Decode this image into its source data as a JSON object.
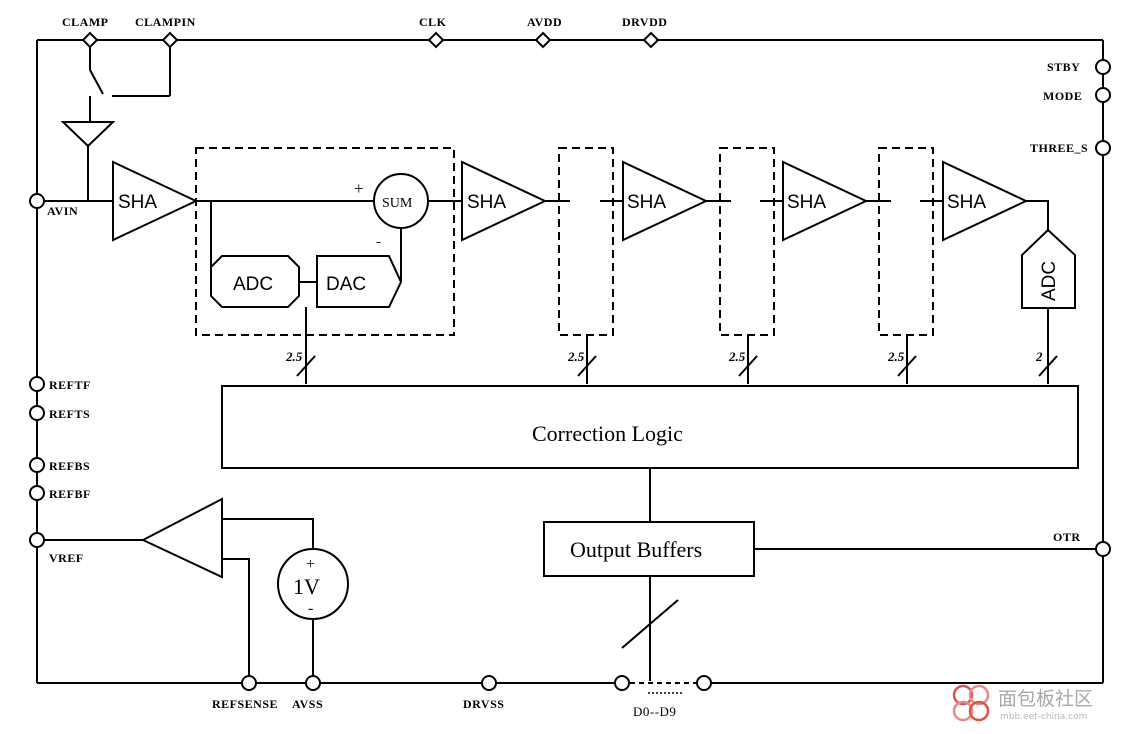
{
  "top_pins": [
    "CLAMP",
    "CLAMPIN",
    "CLK",
    "AVDD",
    "DRVDD"
  ],
  "right_pins": [
    "STBY",
    "MODE",
    "THREE_S",
    "OTR"
  ],
  "left_pins": [
    "AVIN",
    "REFTF",
    "REFTS",
    "REFBS",
    "REFBF",
    "VREF"
  ],
  "bottom_pins": [
    "REFSENSE",
    "AVSS",
    "DRVSS",
    "D0--D9"
  ],
  "blocks": {
    "sha": "SHA",
    "adc": "ADC",
    "dac": "DAC",
    "sum": "SUM",
    "sum_plus": "+",
    "sum_minus": "-",
    "correction_logic": "Correction Logic",
    "output_buffers": "Output Buffers",
    "ref_source": "1V",
    "ref_plus": "+",
    "ref_minus": "-"
  },
  "bus_widths": [
    "2.5",
    "2.5",
    "2.5",
    "2.5",
    "2"
  ],
  "watermark": {
    "text": "面包板社区",
    "url": "mbb.eet-china.com"
  },
  "colors": {
    "line": "#000000",
    "watermark_icon": "#d9534f",
    "watermark_text": "#a8a8a8"
  }
}
